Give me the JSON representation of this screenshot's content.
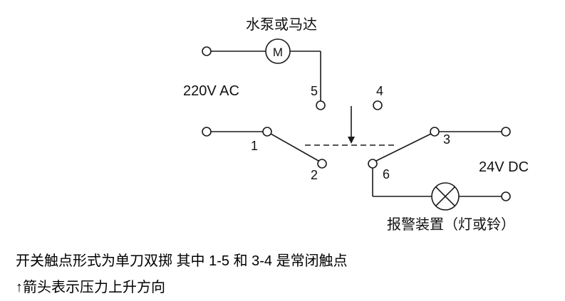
{
  "diagram": {
    "motor_label": "水泵或马达",
    "motor_symbol": "M",
    "left_supply_label": "220V AC",
    "right_supply_label": "24V DC",
    "alarm_label": "报警装置（灯或铃）",
    "terminals": {
      "t1": "1",
      "t2": "2",
      "t3": "3",
      "t4": "4",
      "t5": "5",
      "t6": "6"
    }
  },
  "notes": {
    "line1": "开关触点形式为单刀双掷 其中 1-5 和 3-4 是常闭触点",
    "line2": "↑箭头表示压力上升方向"
  },
  "colors": {
    "line": "#1a1a1a",
    "background": "#ffffff"
  }
}
